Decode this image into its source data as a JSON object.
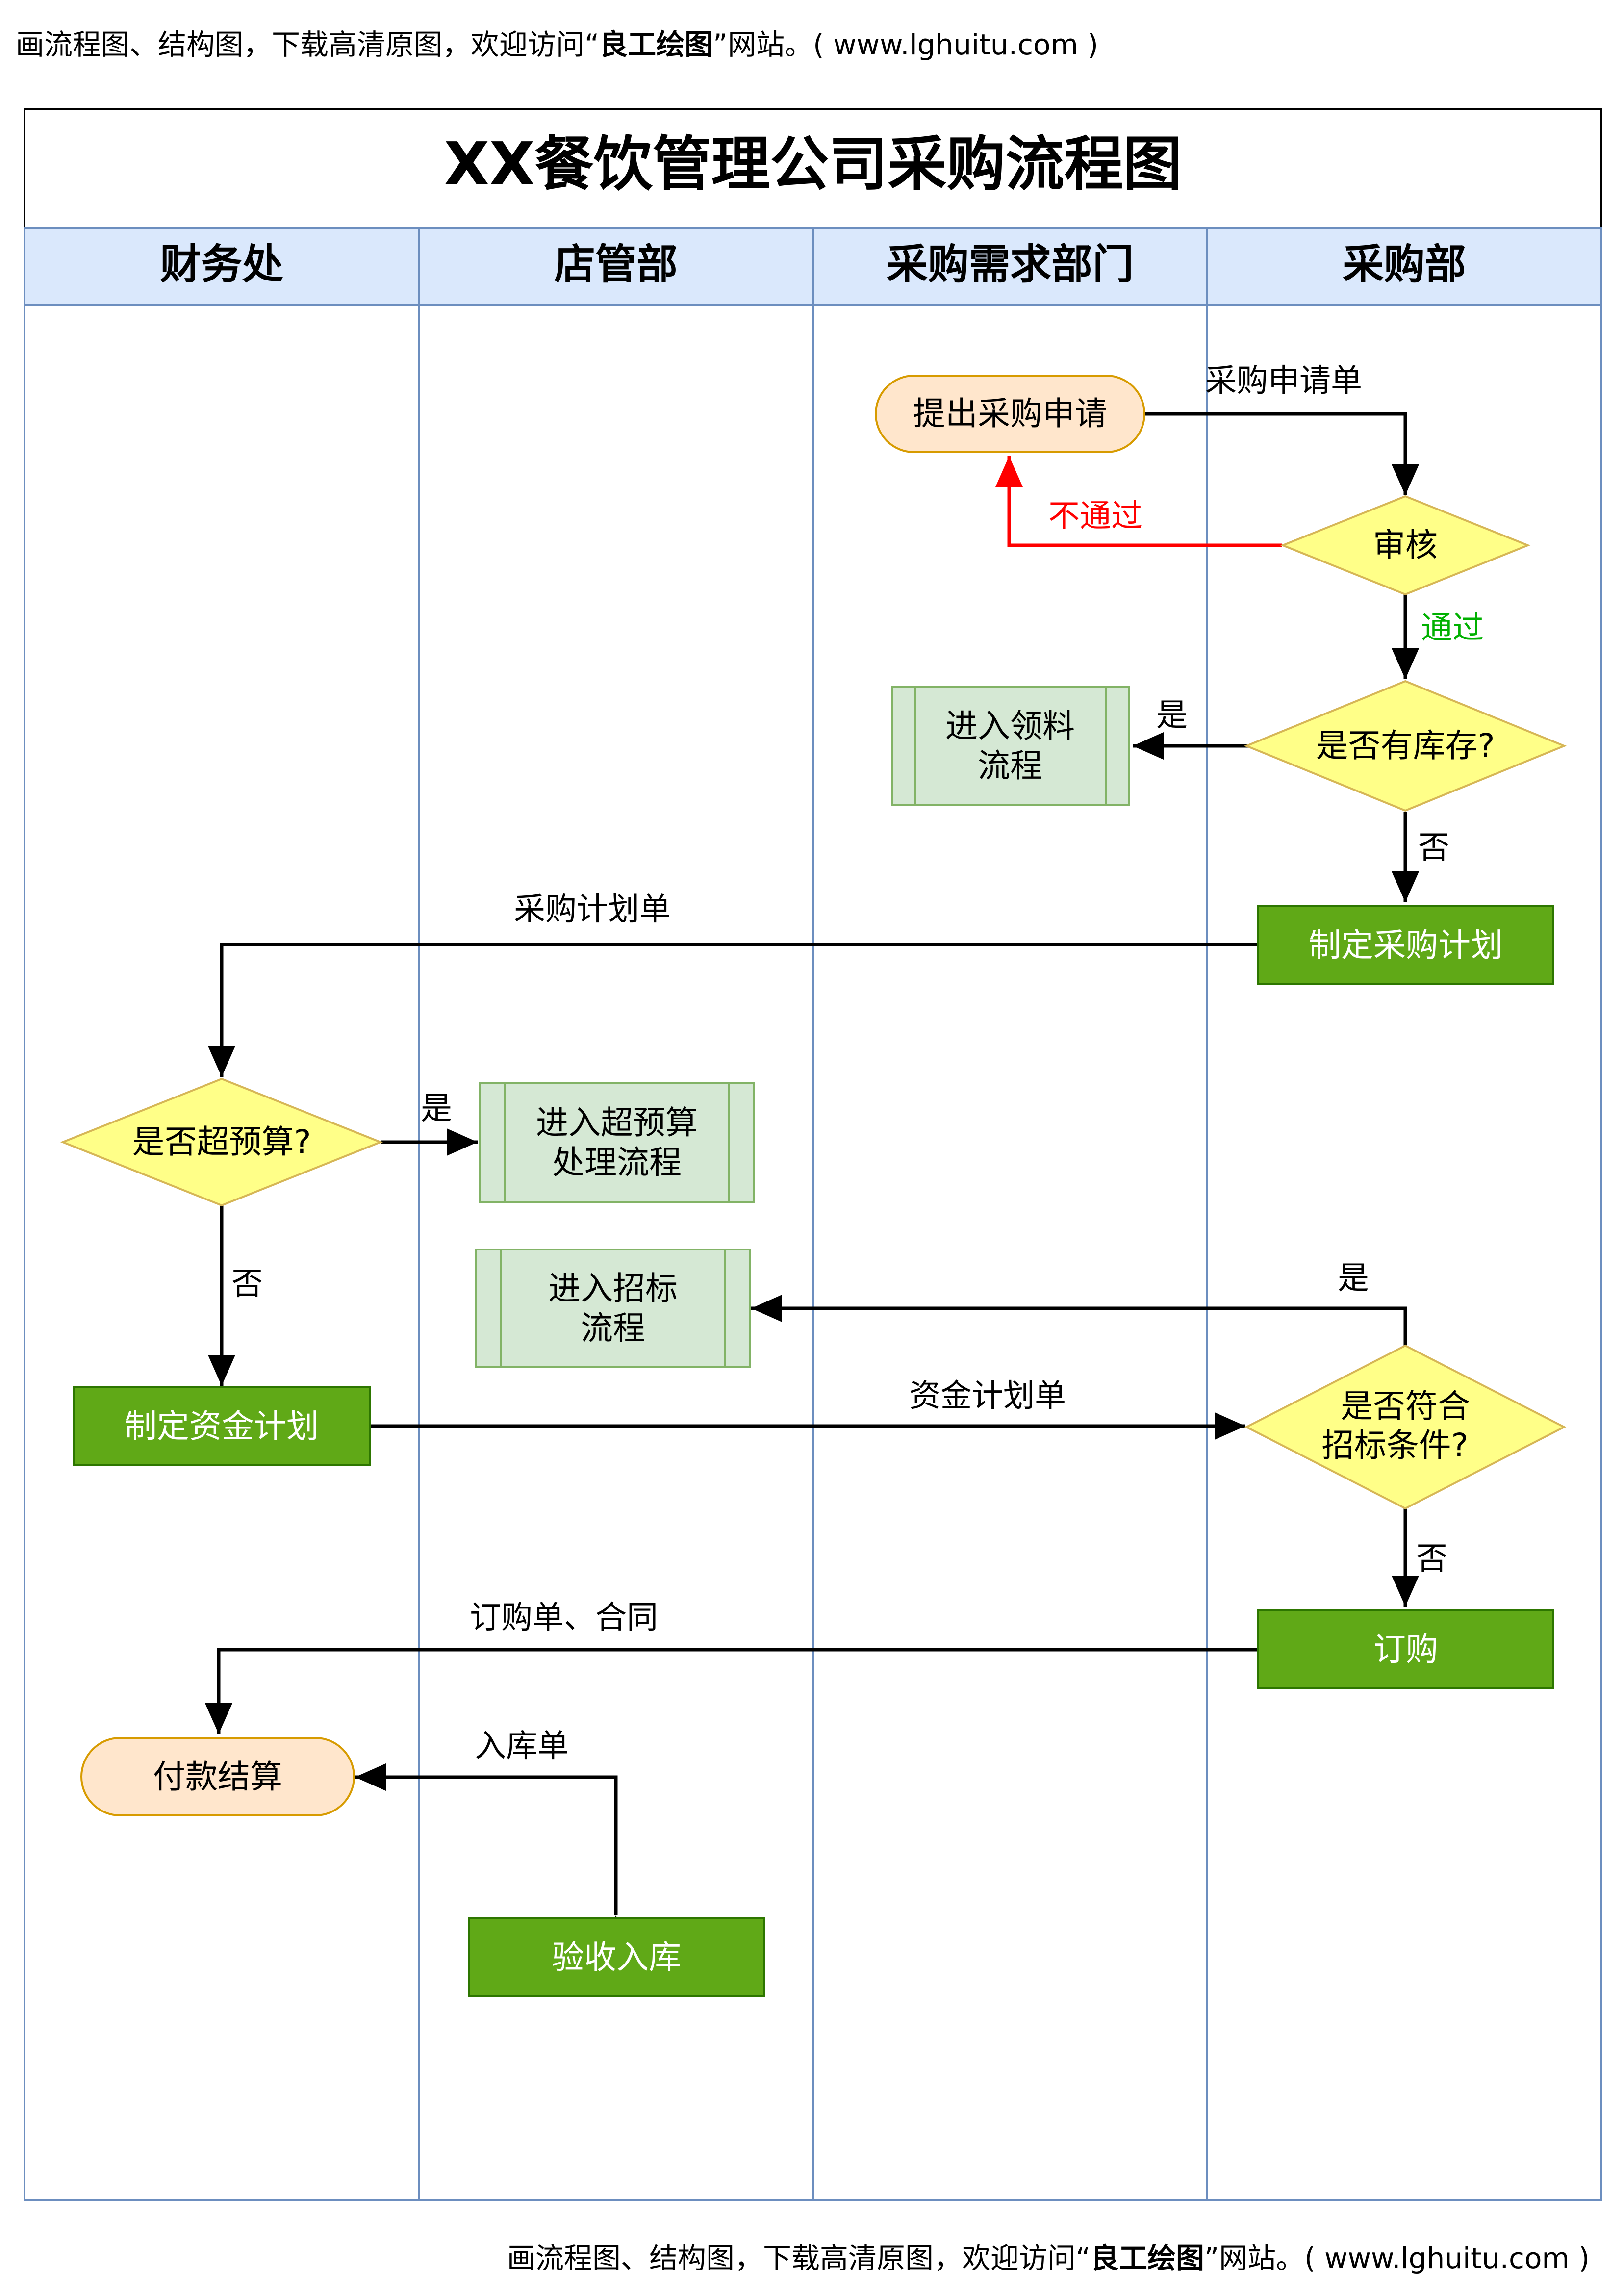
{
  "banner": {
    "prefix": "画流程图、结构图，下载高清原图，欢迎访问“",
    "brand": "良工绘图",
    "suffix": "”网站。( www.lghuitu.com )",
    "bottom_prefix": "画流程图、结构图，下载高清原图，欢迎访问“",
    "bottom_brand": "良工绘图",
    "bottom_suffix": "”网站。( www.lghuitu.com )"
  },
  "title": "XX餐饮管理公司采购流程图",
  "lanes": [
    "财务处",
    "店管部",
    "采购需求部门",
    "采购部"
  ],
  "nodes": {
    "submit_request": "提出采购申请",
    "review": "审核",
    "in_stock_q": "是否有库存?",
    "picking_flow_1": "进入领料",
    "picking_flow_2": "流程",
    "make_purchase_plan": "制定采购计划",
    "over_budget_q": "是否超预算?",
    "over_budget_flow_1": "进入超预算",
    "over_budget_flow_2": "处理流程",
    "bidding_flow_1": "进入招标",
    "bidding_flow_2": "流程",
    "make_fund_plan": "制定资金计划",
    "bidding_q_1": "是否符合",
    "bidding_q_2": "招标条件?",
    "order": "订购",
    "payment": "付款结算",
    "inspection": "验收入库"
  },
  "edge_labels": {
    "purchase_request_form": "采购申请单",
    "not_passed": "不通过",
    "passed": "通过",
    "yes_stock": "是",
    "no_stock": "否",
    "purchase_plan_form": "采购计划单",
    "yes_budget": "是",
    "no_budget": "否",
    "yes_bidding": "是",
    "fund_plan_form": "资金计划单",
    "no_bidding": "否",
    "order_contract": "订购单、合同",
    "warehouse_receipt": "入库单"
  },
  "colors": {
    "lane_header_fill": "#dae8fc",
    "lane_border": "#6c8ebf",
    "terminal_fill": "#ffe6cc",
    "terminal_stroke": "#d79b00",
    "decision_fill": "#ffff88",
    "decision_stroke": "#d6b656",
    "process_fill": "#60a917",
    "process_stroke": "#2d7600",
    "subprocess_fill": "#d5e8d4",
    "subprocess_stroke": "#82b366",
    "reject_color": "#ff0000",
    "pass_color": "#00b000"
  }
}
